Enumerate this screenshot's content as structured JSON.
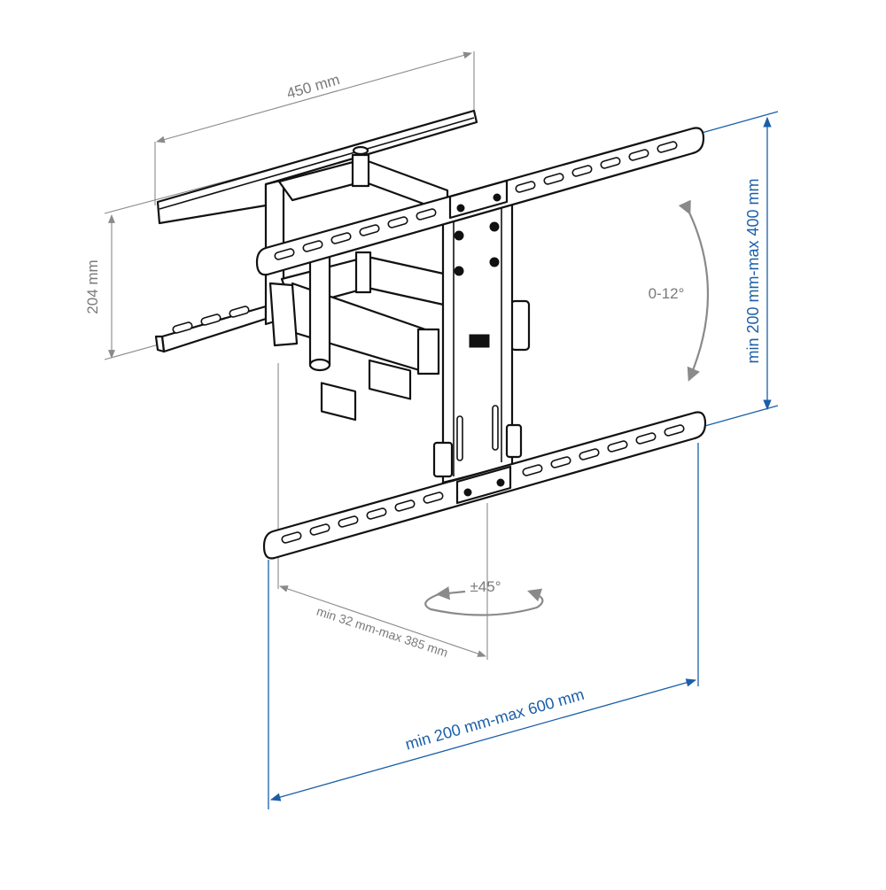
{
  "labels": {
    "wall_plate_width": "450 mm",
    "wall_plate_height": "204 mm",
    "tilt": "0-12°",
    "swivel": "±45°",
    "extension": "min 32 mm-max 385 mm",
    "vesa_vertical": "min 200 mm-max 400 mm",
    "vesa_horizontal": "min 200 mm-max 600 mm"
  },
  "colors": {
    "dimension_gray": "#8a8a8a",
    "dimension_blue": "#1a5fa8",
    "line_art": "#111111"
  }
}
